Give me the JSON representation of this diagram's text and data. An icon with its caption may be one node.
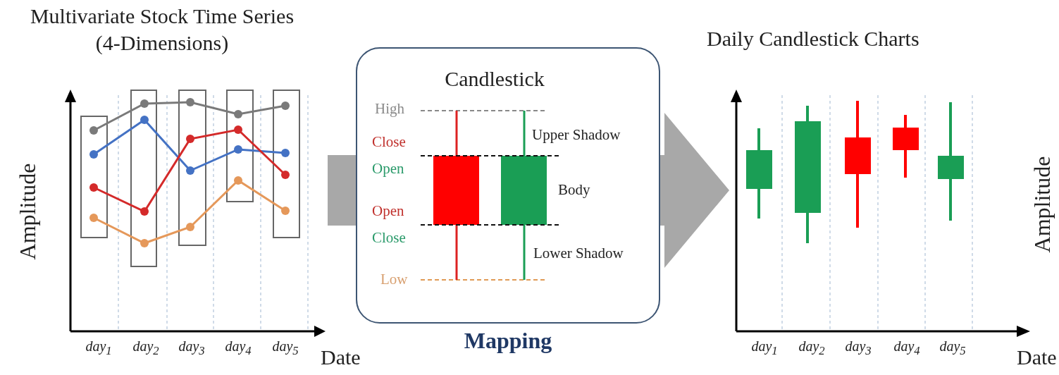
{
  "diagram": {
    "nodes": [
      {
        "text": [
          "Multivariate Stock Time Series (4-Dimensions)"
        ]
      },
      {
        "text": [
          "Candlestick"
        ],
        "beside": [
          "Mapping"
        ]
      },
      {
        "text": [
          "Daily Candlestick Charts"
        ]
      }
    ],
    "edges": [
      {
        "from": 0,
        "to": 1,
        "arrow": "none"
      },
      {
        "from": 1,
        "to": 2,
        "arrow": "to"
      }
    ],
    "labels": [
      "Amplitude",
      "High",
      "Close",
      "Open",
      "Upper Shadow",
      "Body",
      "Open",
      "Close",
      "Lower Shadow",
      "Low",
      "Amplitude",
      "day$_{1}$",
      "day$_{2}$",
      "day$_{3}$",
      "day$_{4}$",
      "day$_{5}$",
      "Date",
      "day$_{1}$",
      "day$_{2}$",
      "day$_{3}$",
      "day$_{4}$",
      "day$_{5}$",
      "Date"
    ]
  }
}
